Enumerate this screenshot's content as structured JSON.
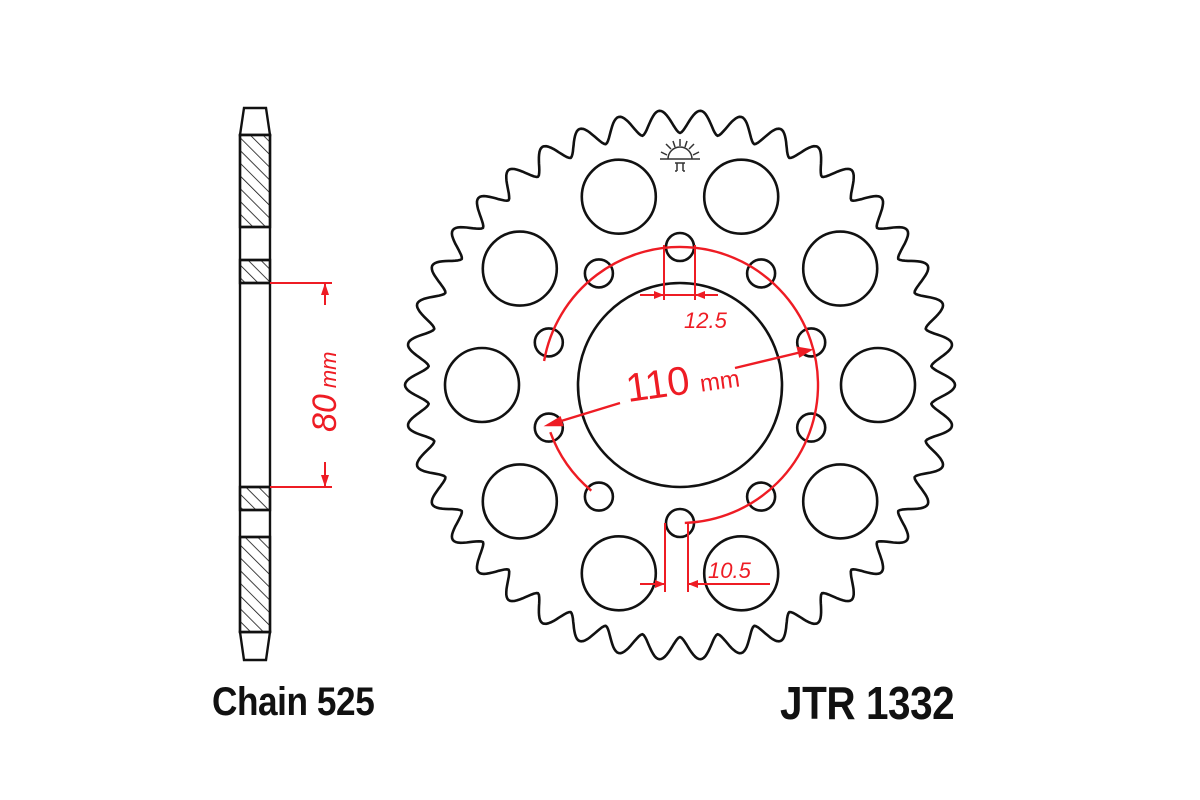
{
  "labels": {
    "chain": "Chain 525",
    "part_number": "JTR 1332"
  },
  "dimensions": {
    "hub_bore_offset": "80",
    "hub_bore_offset_unit": "mm",
    "pcd": "110",
    "pcd_unit": "mm",
    "bolt_hole_top": "12.5",
    "bolt_hole_bottom": "10.5"
  },
  "sprocket": {
    "teeth": 42,
    "lightening_holes": 10,
    "small_holes": 10
  },
  "colors": {
    "outline": "#111111",
    "dimension": "#ee1c24",
    "background": "#ffffff"
  },
  "logo": "jt-sun-logo"
}
